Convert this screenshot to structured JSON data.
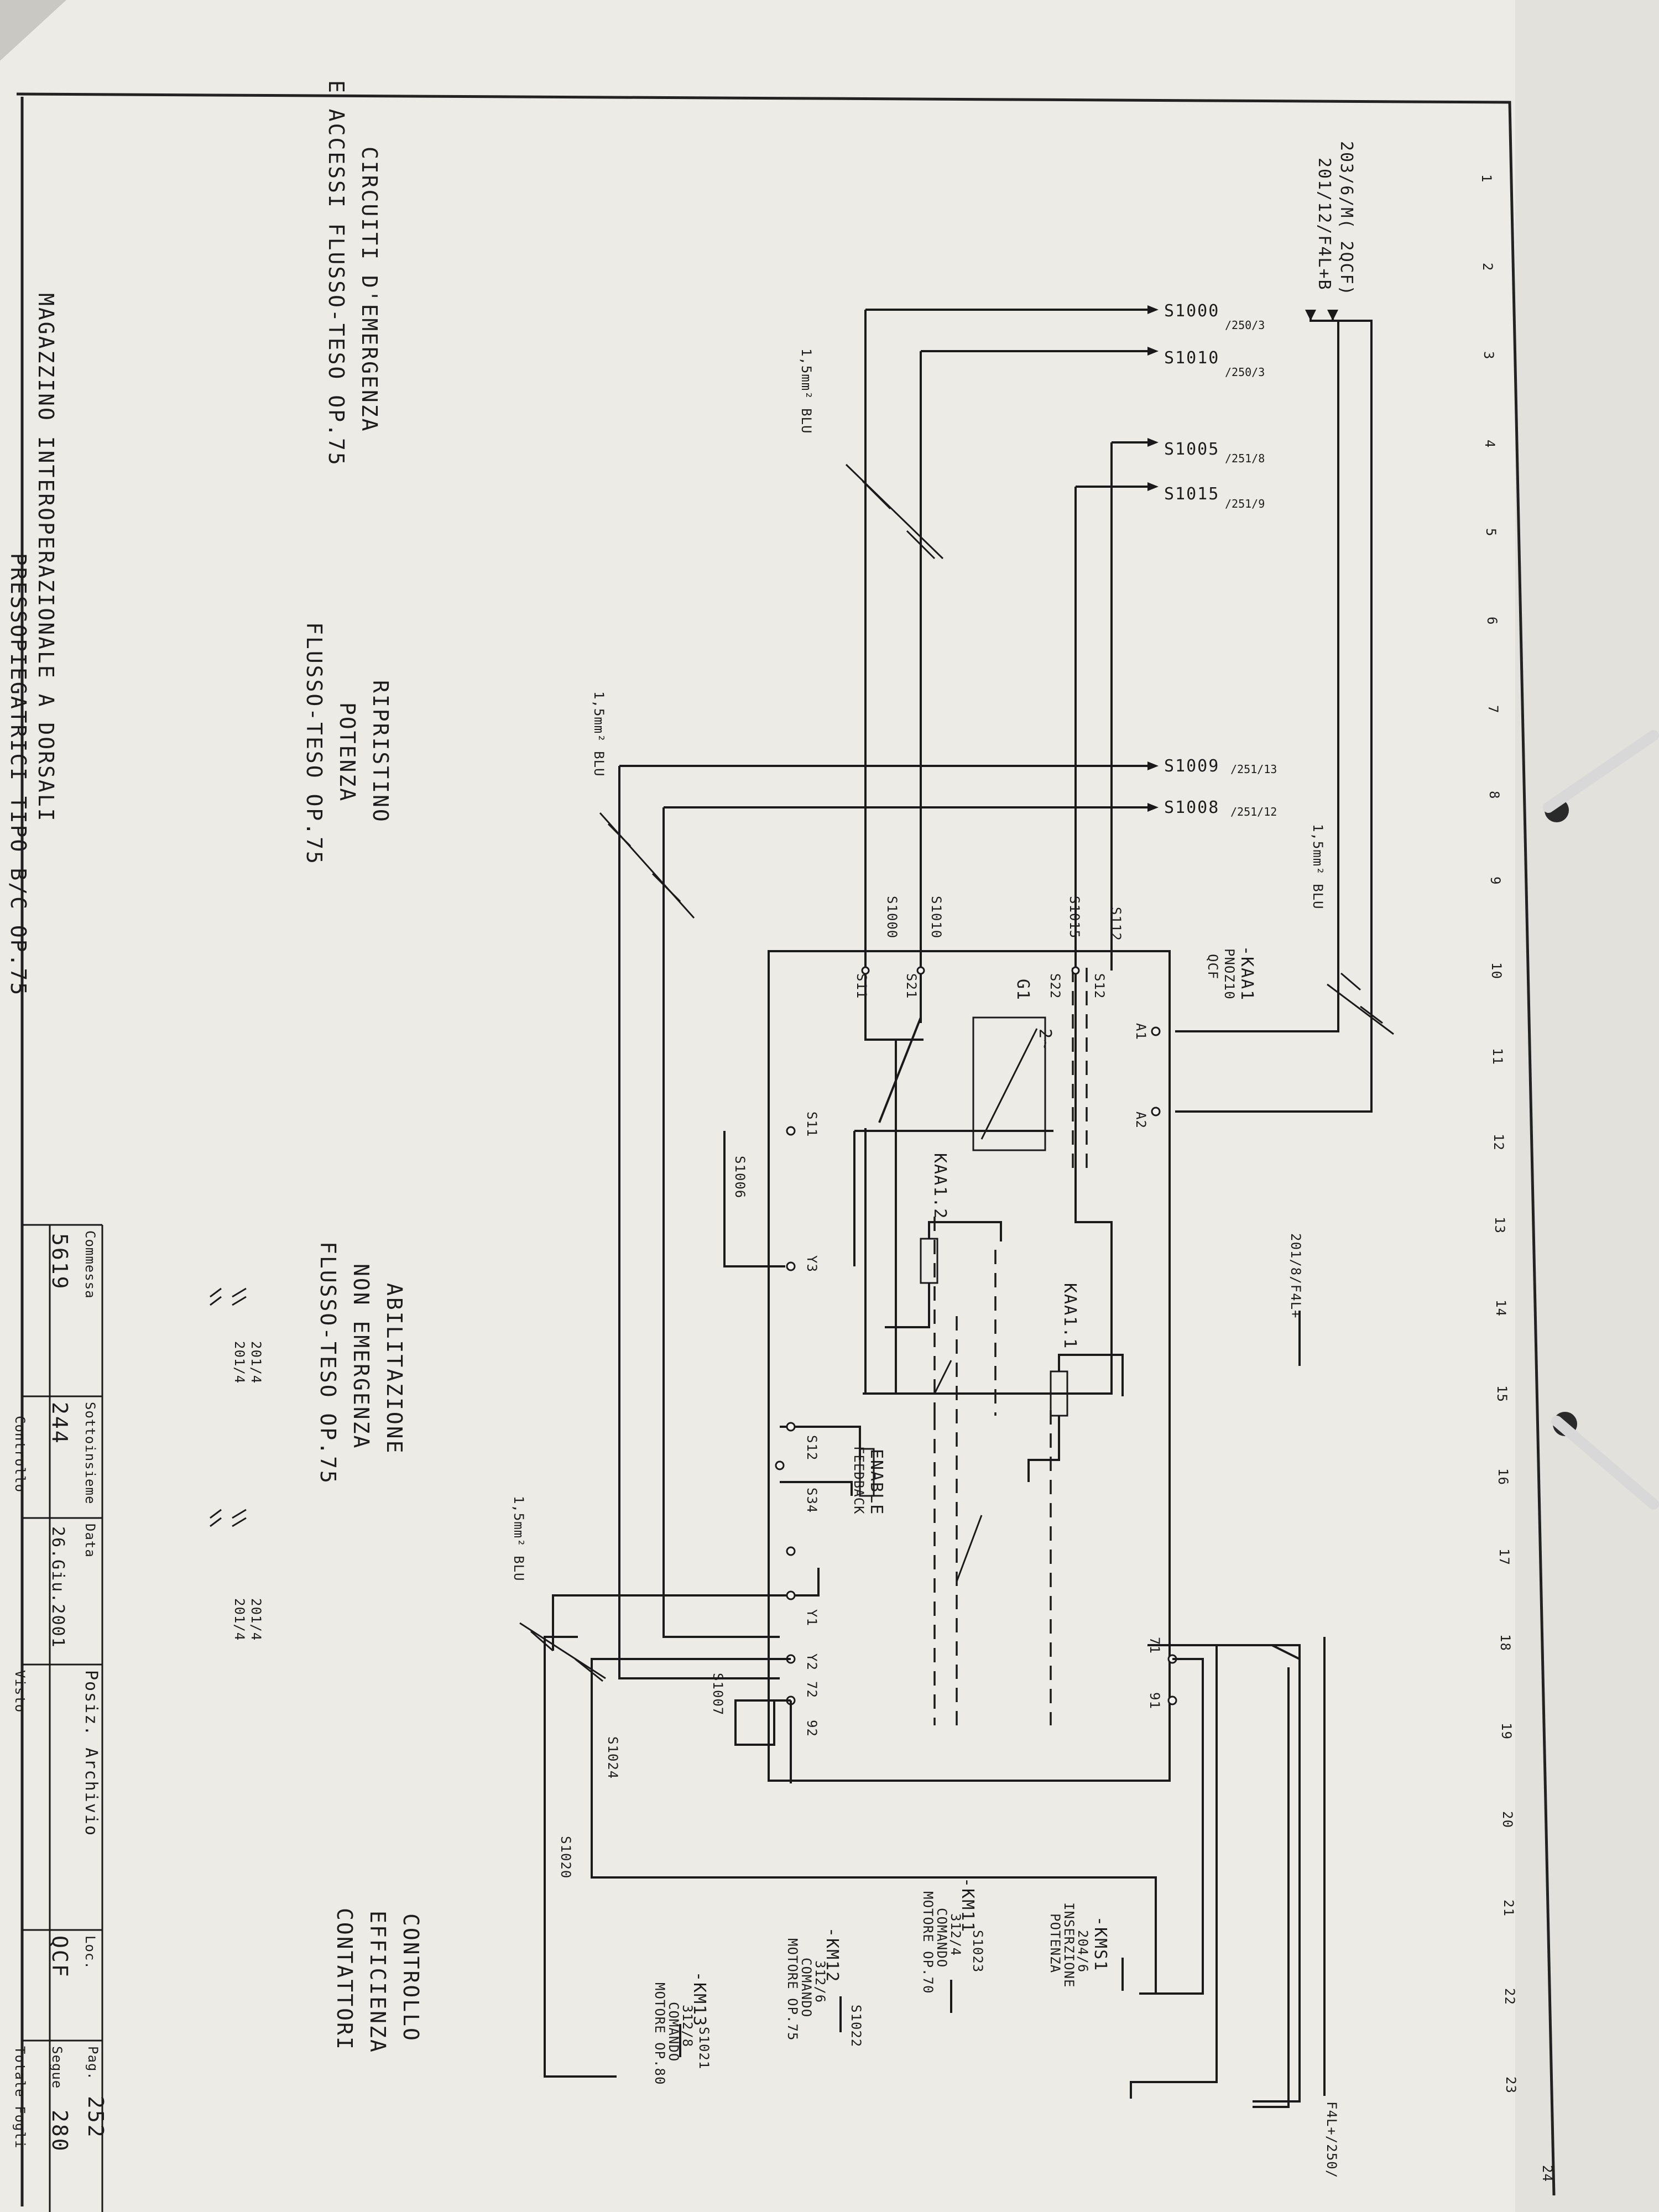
{
  "sheet": {
    "column_numbers": [
      "1",
      "2",
      "3",
      "4",
      "5",
      "6",
      "7",
      "8",
      "9",
      "10",
      "11",
      "12",
      "13",
      "14",
      "15",
      "16",
      "17",
      "18",
      "19",
      "20",
      "21",
      "22",
      "23",
      "24"
    ],
    "header_refs": [
      "203/6/M( 2QCF)",
      "201/12/F4L+B"
    ],
    "bottom_ref_left": "201/8/F4L+",
    "bottom_ref_right": "F4L+/250/",
    "wire_labels": [
      "1,5mm² BLU",
      "1,5mm² BLU",
      "1,5mm² BLU",
      "1,5mm² BLU"
    ],
    "signals": [
      {
        "name": "S1000",
        "ref": "/250/3"
      },
      {
        "name": "S1010",
        "ref": "/250/3"
      },
      {
        "name": "S1005",
        "ref": "/251/8"
      },
      {
        "name": "S1015",
        "ref": "/251/9"
      },
      {
        "name": "S1009",
        "ref": "/251/13"
      },
      {
        "name": "S1008",
        "ref": "/251/12"
      }
    ]
  },
  "module": {
    "tag": "-KAA1",
    "model": "PNOZ10",
    "loc": "QCF",
    "terminals": {
      "a1": "A1",
      "a2": "A2",
      "s12": "S12",
      "s22": "S22",
      "s21": "S21",
      "s11": "S11",
      "s11b": "S11",
      "y3": "Y3",
      "s12b": "S12",
      "s34": "S34",
      "y1": "Y1",
      "y2": "Y2",
      "t71": "71",
      "t91": "91",
      "t72": "72",
      "t92": "92"
    },
    "wires": {
      "s112": "S112",
      "s1015": "S1015",
      "s1010": "S1010",
      "s1000": "S1000",
      "s1006": "S1006",
      "s1007": "S1007",
      "s1024": "S1024",
      "s1020": "S1020"
    },
    "g1": "G1",
    "supply_symbol": "2~",
    "relay1": "KAA1.1",
    "relay2": "KAA1.2",
    "enable_label": "ENABLE",
    "feedback_label": "FEEDBACK"
  },
  "contactors": [
    {
      "tag": "-KMS1",
      "ref": "204/6",
      "desc": [
        "INSERZIONE",
        "POTENZA"
      ],
      "wire": "S1023"
    },
    {
      "tag": "-KM11",
      "ref": "312/4",
      "desc": [
        "COMANDO",
        "MOTORE OP.70"
      ],
      "wire": "S1022"
    },
    {
      "tag": "-KM12",
      "ref": "312/6",
      "desc": [
        "COMANDO",
        "MOTORE OP.75"
      ],
      "wire": "S1021"
    },
    {
      "tag": "-KM13",
      "ref": "312/8",
      "desc": [
        "COMANDO",
        "MOTORE OP.80"
      ],
      "wire": ""
    }
  ],
  "sections": {
    "emergency": [
      "CIRCUITI D'EMERGENZA",
      "E ACCESSI FLUSSO-TESO OP.75"
    ],
    "reset": [
      "RIPRISTINO",
      "POTENZA",
      "FLUSSO-TESO OP.75"
    ],
    "enable": [
      "ABILITAZIONE",
      "NON EMERGENZA",
      "FLUSSO-TESO OP.75"
    ],
    "control": [
      "CONTROLLO",
      "EFFICIENZA",
      "CONTATTORI"
    ],
    "refs_a": [
      "201/4",
      "201/4"
    ],
    "refs_b": [
      "201/4",
      "201/4"
    ]
  },
  "title_block": {
    "title": "MAGAZZINO INTEROPERAZIONALE A DORSALI",
    "subtitle": "PRESSOPIEGATRICI TIPO B/C OP.75",
    "commessa_label": "Commessa",
    "commessa": "5619",
    "sottoinsieme_label": "Sottoinsieme",
    "sottoinsieme": "244",
    "data_label": "Data",
    "data": "26.Giu.2001",
    "posiz_label": "Posiz. Archivio",
    "loc_label": "Loc.",
    "loc": "QCF",
    "pag_label": "Pag.",
    "pag": "252",
    "segue_label": "Segue",
    "segue": "280",
    "totale_label": "Totale Fogli",
    "controllo_label": "Controllo",
    "visto_label": "Visto"
  },
  "colors": {
    "paper": "#ecebe6",
    "ink": "#1a1a1a",
    "background": "#c9c8c3"
  }
}
